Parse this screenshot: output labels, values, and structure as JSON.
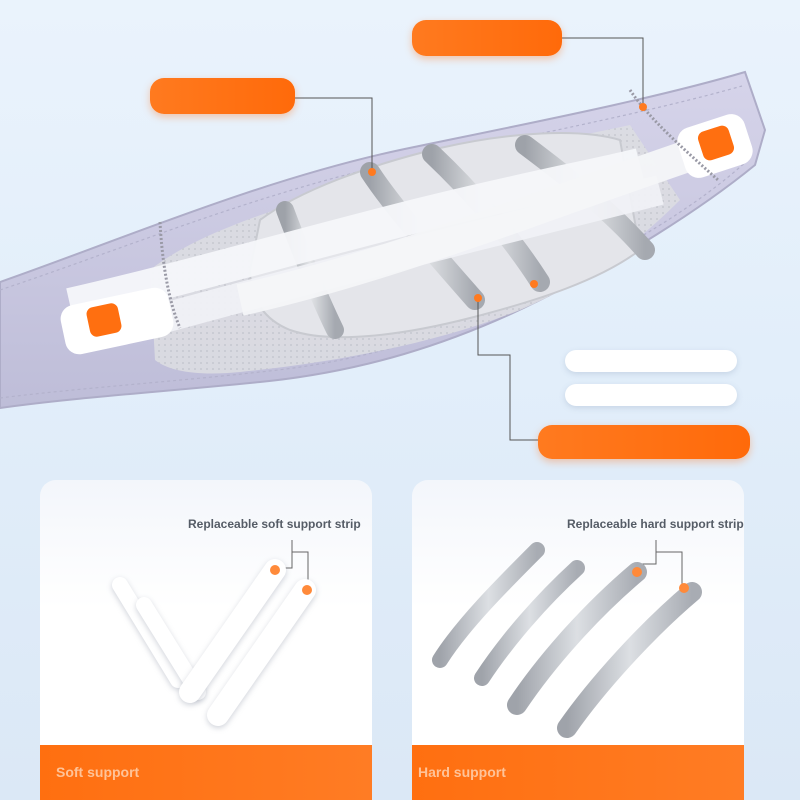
{
  "soft_panel": {
    "label": "Replaceable soft support strip",
    "footer": "Soft support"
  },
  "hard_panel": {
    "label": "Replaceable hard support strip",
    "footer": "Hard support"
  },
  "colors": {
    "accent_orange": "#ff6f10",
    "belt_lavender": "#c9c8e0",
    "strap_white": "#f4f5f8",
    "steel": "#b9bcc2"
  }
}
